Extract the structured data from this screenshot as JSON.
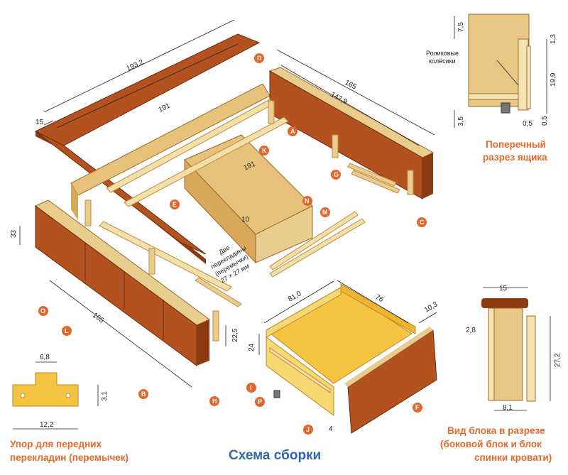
{
  "title": "Схема сборки",
  "captions": {
    "cross_section": [
      "Поперечный",
      "разрез ящика"
    ],
    "stop": [
      "Упор для передних",
      "перекладин (перемычек)"
    ],
    "block_section": [
      "Вид блока в разрезе",
      "(боковой блок и блок",
      "спинки кровати)"
    ],
    "crossbars": [
      "Две",
      "перекладины",
      "(перемычки)",
      "27 × 27 мм"
    ],
    "rollers": [
      "Роликовые",
      "колёсики"
    ]
  },
  "parts": {
    "A": "A",
    "B": "B",
    "C": "C",
    "D": "D",
    "E": "E",
    "F": "F",
    "G": "G",
    "H": "H",
    "I": "I",
    "J": "J",
    "K": "K",
    "L": "L",
    "M": "M",
    "N": "N",
    "O": "O",
    "P": "P"
  },
  "dims": {
    "d1932": "193,2",
    "d15a": "15",
    "d191a": "191",
    "d191b": "191",
    "d165a": "165",
    "d1479": "147,9",
    "d165b": "165",
    "d33": "33",
    "d10": "10",
    "d225": "22,5",
    "d810": "81,0",
    "d76": "76",
    "d103": "10,3",
    "d24": "24",
    "d4": "4",
    "d68": "6,8",
    "d31": "3,1",
    "d122": "12,2",
    "d75": "7,5",
    "d13": "1,3",
    "d199": "19,9",
    "d35": "3,5",
    "d05a": "0,5",
    "d05b": "0,5",
    "d15b": "15",
    "d28": "2,8",
    "d272": "27,2",
    "d81": "8,1"
  },
  "colors": {
    "board_dark": "#8b3a12",
    "board_mid": "#b4521f",
    "board_light": "#e6c27a",
    "board_edge": "#f2dfaa",
    "tag": "#e4662a",
    "title": "#2f67b1",
    "caption": "#e8682a"
  }
}
